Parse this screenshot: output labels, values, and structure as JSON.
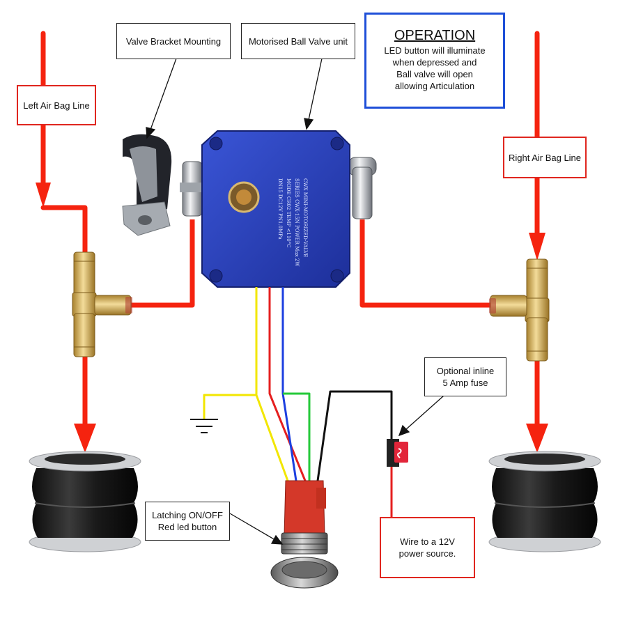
{
  "labels": {
    "left_air_bag": "Left Air Bag Line",
    "right_air_bag": "Right Air Bag Line",
    "valve_bracket": "Valve Bracket Mounting",
    "valve_unit": "Motorised Ball Valve unit",
    "fuse_line1": "Optional inline",
    "fuse_line2": "5 Amp fuse",
    "button_line1": "Latching ON/OFF",
    "button_line2": "Red led button",
    "power_line1": "Wire to a 12V",
    "power_line2": "power source."
  },
  "operation": {
    "title": "OPERATION",
    "lines": [
      "LED button will illuminate",
      "when depressed and",
      "Ball valve will open",
      "allowing Articulation"
    ]
  },
  "valve_markings": [
    "CWX MINI-MOTORIZED-VALVE",
    "SERIES CWX-15N POWER Max 2W",
    "MODE CR02   TEMP <110°C",
    "DN15 DC12V   PN1.0MPa"
  ],
  "colors": {
    "air_line": "#f5230f",
    "wire_yellow": "#f2e600",
    "wire_red": "#e51f1f",
    "wire_blue": "#1c3fe0",
    "wire_green": "#25c93a",
    "wire_black": "#111111",
    "valve_body": "#2a3fb8",
    "brass": "#c9a24a"
  }
}
